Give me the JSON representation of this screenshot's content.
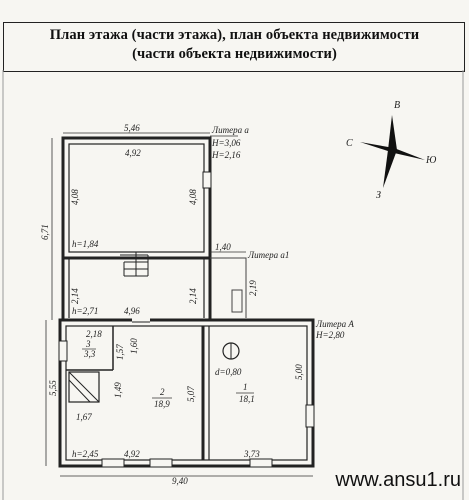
{
  "header": {
    "line1": "План этажа (части этажа), план объекта недвижимости",
    "line2": "(части объекта недвижимости)"
  },
  "compass": {
    "north": "В",
    "south": "З",
    "east": "Ю",
    "west": "С"
  },
  "literas": {
    "a": {
      "name": "Литера а",
      "h1": "H=3,06",
      "h2": "H=2,16"
    },
    "a1": {
      "name": "Литера а1"
    },
    "A": {
      "name": "Литера А",
      "h": "H=2,80"
    }
  },
  "dimensions": {
    "top_outer": "5,46",
    "top_inner": "4,92",
    "left_outer": "6,71",
    "veranda_left": "4,08",
    "veranda_right": "4,08",
    "h_184": "h=1,84",
    "a1_width": "1,40",
    "a1_height": "2,19",
    "mid_left": "2,14",
    "mid_right": "2,14",
    "h_271": "h=2,71",
    "mid_width": "4,96",
    "room3_w": "2,18",
    "room3_h1": "1,57",
    "room3_h2": "1,60",
    "stove_h": "1,49",
    "room1_w": "1,67",
    "left_main": "5,55",
    "room2_h": "5,07",
    "right_main": "5,00",
    "h_245": "h=2,45",
    "bottom_inner": "4,92",
    "bottom_right": "3,73",
    "bottom_outer": "9,40",
    "door_d": "d=0,80"
  },
  "rooms": {
    "room3": {
      "num": "3",
      "area": "3,3"
    },
    "room2": {
      "num": "2",
      "area": "18,9"
    },
    "room1": {
      "num": "1",
      "area": "18,1"
    }
  },
  "watermark": "www.ansu1.ru"
}
